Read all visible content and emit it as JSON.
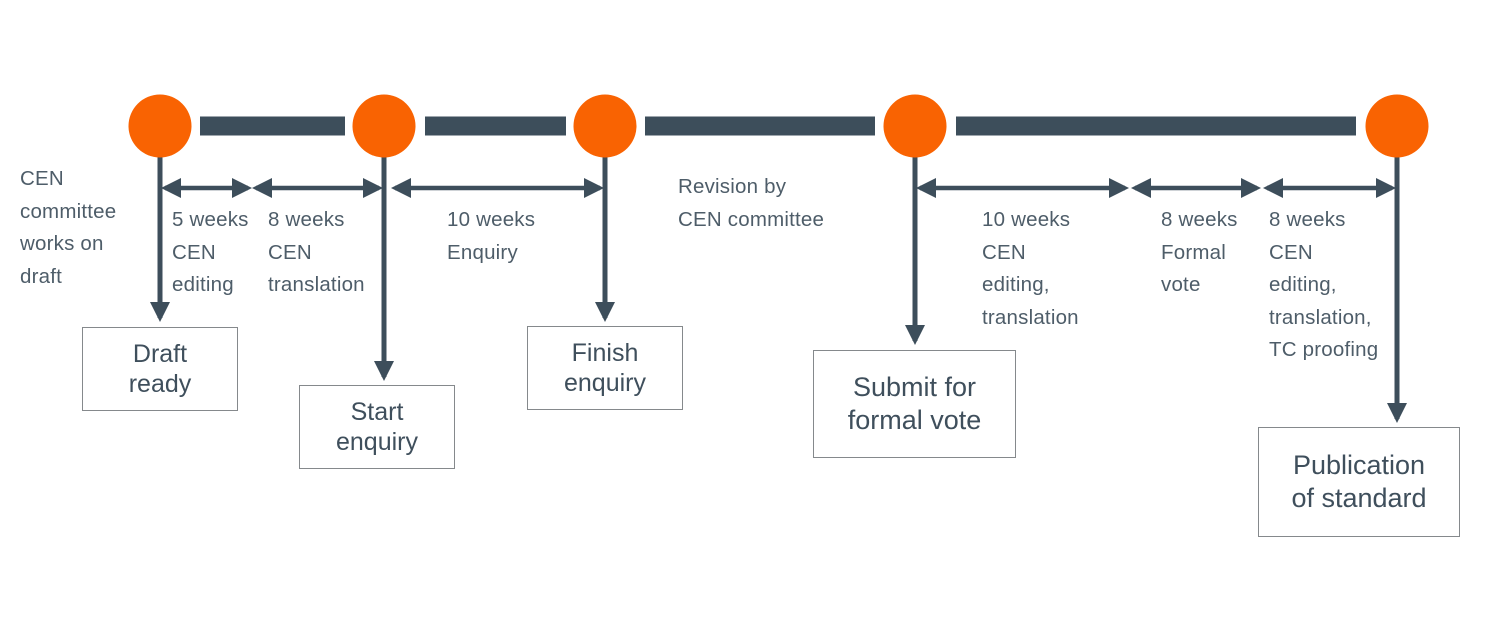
{
  "colors": {
    "milestone_fill": "#F96302",
    "line": "#3D4E5B",
    "label_text": "#4E5D69",
    "box_text": "#3F4F5C",
    "box_border": "#85898C",
    "background": "#FFFFFF"
  },
  "notes": {
    "pre_phase": "CEN\ncommittee\nworks on\ndraft",
    "revision": "Revision by\nCEN committee"
  },
  "durations": [
    {
      "label": "5 weeks\nCEN\nediting"
    },
    {
      "label": "8 weeks\nCEN\ntranslation"
    },
    {
      "label": "10 weeks\nEnquiry"
    },
    {
      "label": "10 weeks\nCEN\nediting,\ntranslation"
    },
    {
      "label": "8 weeks\nFormal\nvote"
    },
    {
      "label": "8 weeks\nCEN\nediting,\ntranslation,\nTC proofing"
    }
  ],
  "milestones": [
    {
      "label": "Draft\nready"
    },
    {
      "label": "Start\nenquiry"
    },
    {
      "label": "Finish\nenquiry"
    },
    {
      "label": "Submit for\nformal vote"
    },
    {
      "label": "Publication\nof standard"
    }
  ]
}
